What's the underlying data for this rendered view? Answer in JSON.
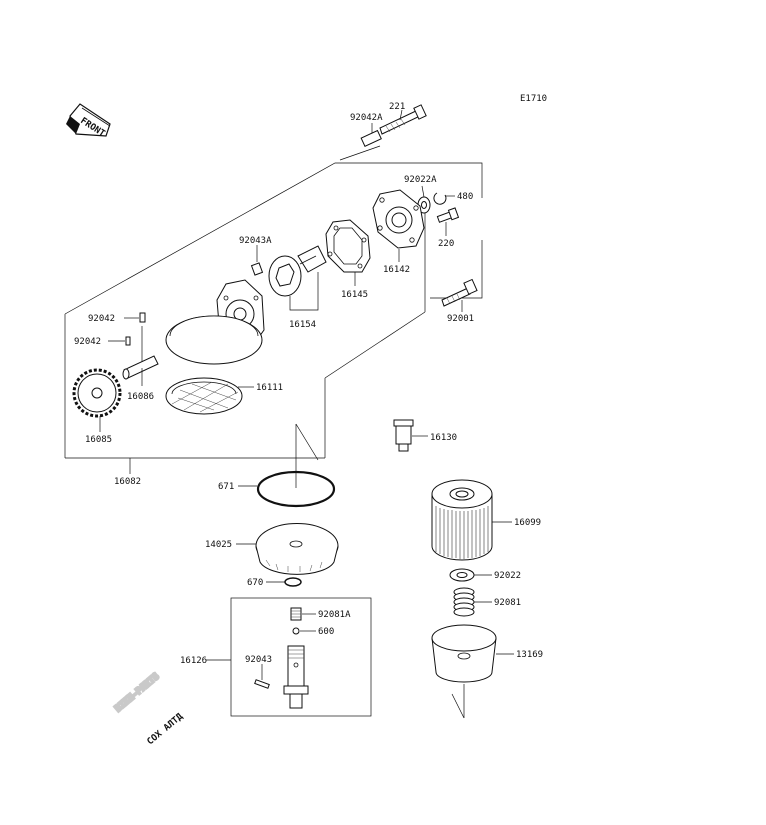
{
  "diagram_code": "E1710",
  "front_label": "FRONT",
  "watermark": {
    "main": "BIKE-PARTS",
    "sub": "COX АЛТД"
  },
  "parts": {
    "p221": "221",
    "p92042A": "92042A",
    "p92022A": "92022A",
    "p480": "480",
    "p220": "220",
    "p92043A": "92043A",
    "p16142": "16142",
    "p16145": "16145",
    "p16154": "16154",
    "p92001": "92001",
    "p92042a": "92042",
    "p92042b": "92042",
    "p16086": "16086",
    "p16111": "16111",
    "p16085": "16085",
    "p16082": "16082",
    "p16130": "16130",
    "p671": "671",
    "p16099": "16099",
    "p14025": "14025",
    "p92022": "92022",
    "p670": "670",
    "p92081": "92081",
    "p92081A": "92081A",
    "p600": "600",
    "p16126": "16126",
    "p92043": "92043",
    "p13169": "13169"
  }
}
